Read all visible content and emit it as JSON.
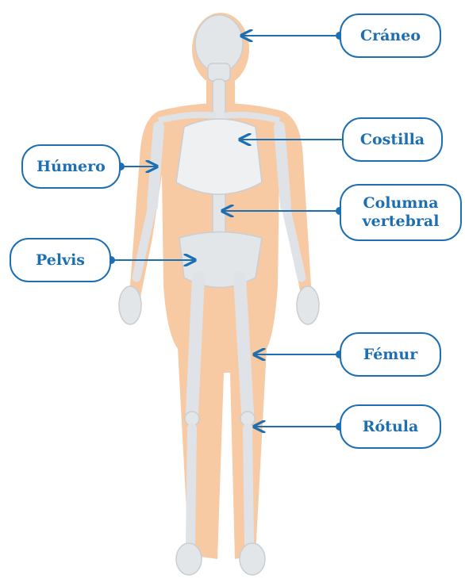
{
  "figure": {
    "subject": "human-skeleton",
    "accent_color": "#1d6fb2",
    "body_color": "#f7caa4",
    "bone_color": "#e3e6e9"
  },
  "labels": {
    "craneo": "Cráneo",
    "costilla": "Costilla",
    "humero": "Húmero",
    "columna_line1": "Columna",
    "columna_line2": "vertebral",
    "pelvis": "Pelvis",
    "femur": "Fémur",
    "rotula": "Rótula"
  }
}
